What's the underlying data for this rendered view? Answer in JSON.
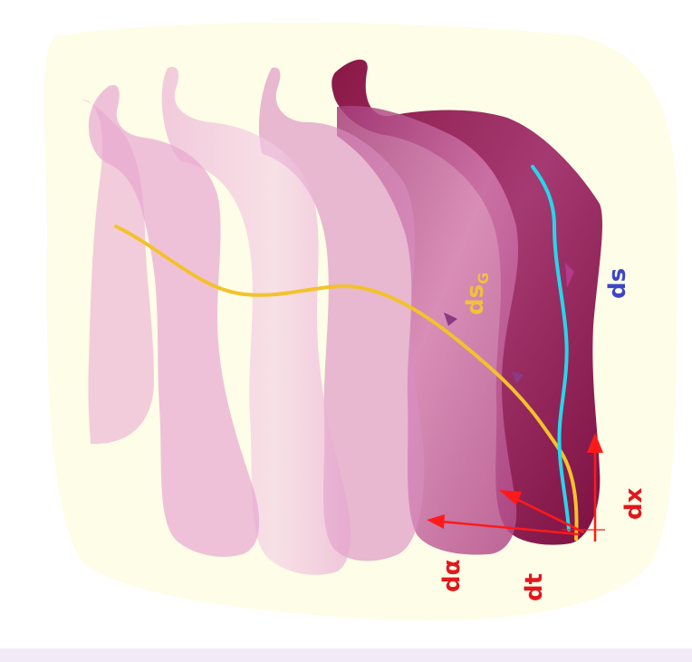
{
  "labels": {
    "ds": "ds",
    "dsg_main": "ds",
    "dsg_sub": "G",
    "dx": "dx",
    "dt": "dt",
    "dalpha": "dα"
  },
  "colors": {
    "background_blob": "#fefde6",
    "sheet_light": "#e6a8d3",
    "sheet_mid": "#c46fa6",
    "sheet_dark": "#83103f",
    "geodesic_curve": "#f3c22b",
    "path_curve": "#27d6ea",
    "arrows": "#ff1a1a",
    "label_red": "#e3171c",
    "label_blue": "#3c46c8",
    "label_gold": "#f0c13c"
  }
}
